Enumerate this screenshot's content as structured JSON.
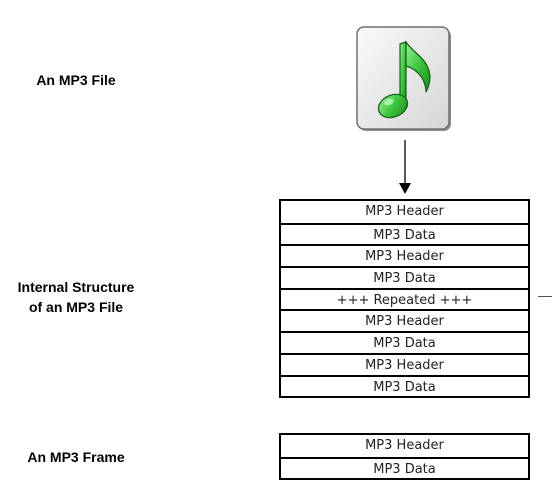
{
  "labels": {
    "file": "An MP3 File",
    "structure_line1": "Internal Structure",
    "structure_line2": "of an MP3 File",
    "frame": "An MP3 Frame"
  },
  "structure_rows": [
    "MP3 Header",
    "MP3 Data",
    "MP3 Header",
    "MP3 Data",
    "+++ Repeated +++",
    "MP3 Header",
    "MP3 Data",
    "MP3 Header",
    "MP3 Data"
  ],
  "frame_rows": [
    "MP3 Header",
    "MP3 Data"
  ],
  "icons": {
    "file": "music-file-icon",
    "note_color": "#3cc63c"
  }
}
